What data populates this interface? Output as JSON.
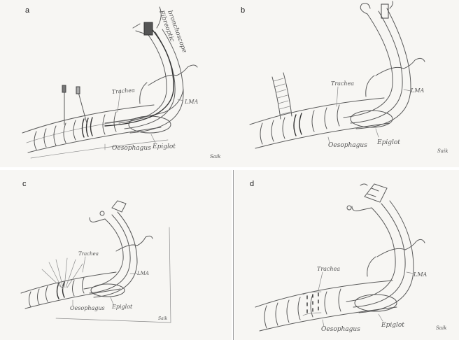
{
  "panels": [
    {
      "label": "a",
      "annotations": {
        "fiberoptic": "Fibreoptic",
        "bronchoscope": "bronchoscope",
        "trachea": "Trachea",
        "lma": "LMA",
        "oesophagus": "Oesophagus",
        "epiglottis": "Epiglot",
        "signature": "Saik"
      }
    },
    {
      "label": "b",
      "annotations": {
        "trachea": "Trachea",
        "lma": "LMA",
        "oesophagus": "Oesophagus",
        "epiglottis": "Epiglot",
        "signature": "Saik"
      }
    },
    {
      "label": "c",
      "annotations": {
        "trachea": "Trachea",
        "lma": "LMA",
        "oesophagus": "Oesophagus",
        "epiglottis": "Epiglot",
        "signature": "Saik"
      }
    },
    {
      "label": "d",
      "annotations": {
        "trachea": "Trachea",
        "lma": "LMA",
        "oesophagus": "Oesophagus",
        "epiglottis": "Epiglot",
        "signature": "Saik"
      }
    }
  ]
}
